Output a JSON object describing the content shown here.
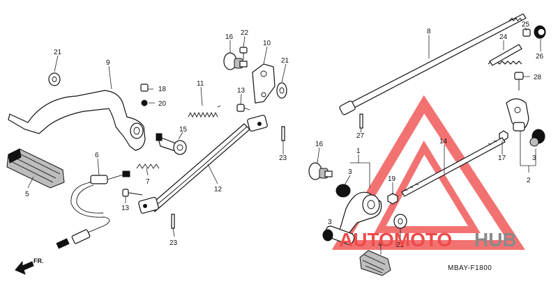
{
  "diagram": {
    "part_numbers": [
      "1",
      "2",
      "3",
      "3",
      "3",
      "4",
      "5",
      "6",
      "7",
      "8",
      "9",
      "10",
      "11",
      "12",
      "13",
      "13",
      "14",
      "15",
      "16",
      "16",
      "17",
      "18",
      "19",
      "20",
      "21",
      "21",
      "21",
      "22",
      "23",
      "23",
      "24",
      "25",
      "26",
      "27",
      "28"
    ],
    "diagram_code": "MBAY-F1800",
    "direction_label": "FR.",
    "watermark": {
      "brand_red": "AUTOMOTO",
      "brand_grey": "HUB",
      "color_red": "#f04a4a",
      "color_grey": "#8a8a8a"
    }
  }
}
